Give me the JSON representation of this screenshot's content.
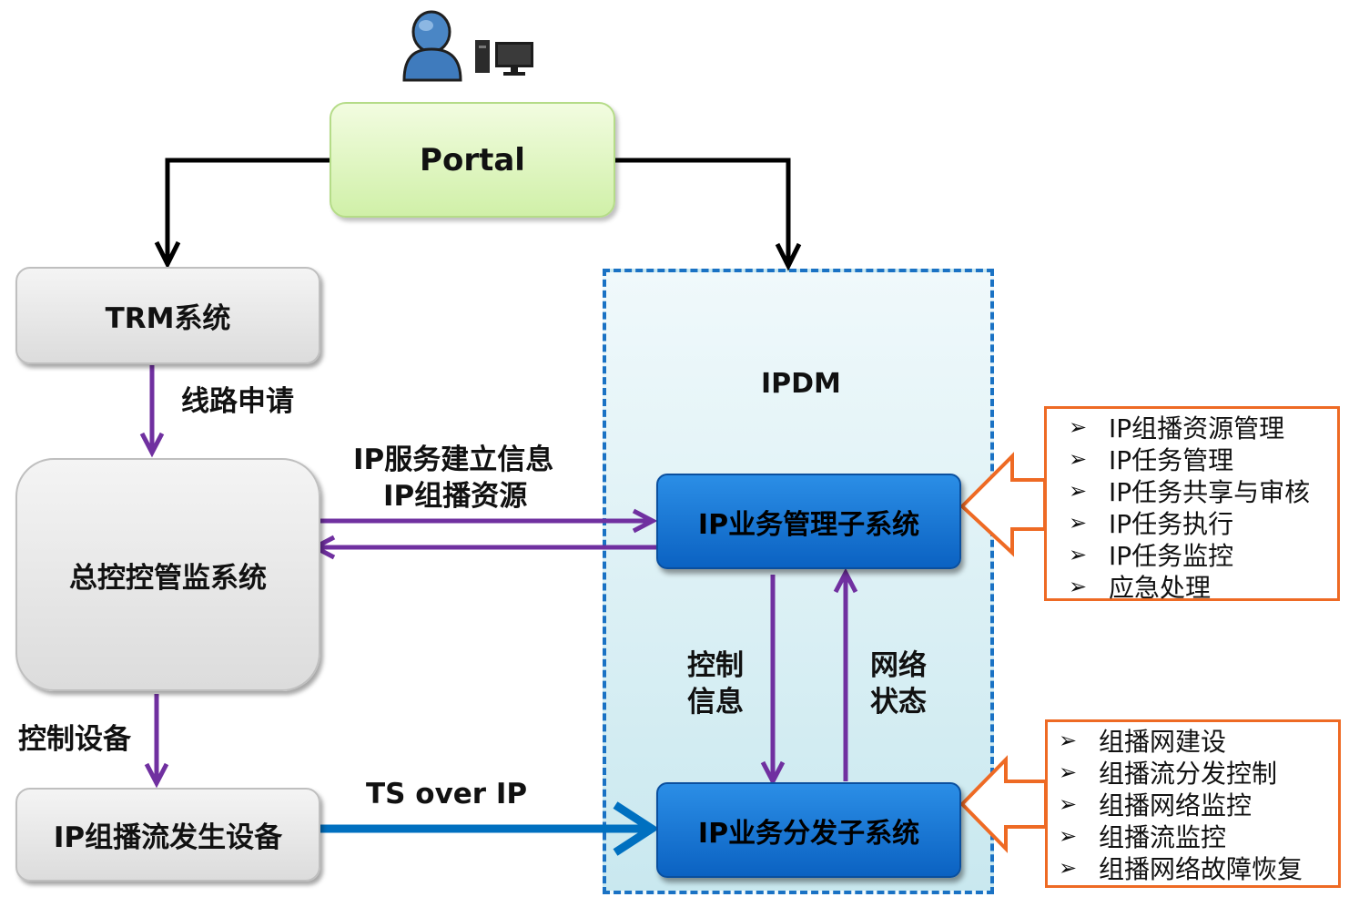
{
  "portal": {
    "label": "Portal"
  },
  "trm": {
    "label": "TRM系统"
  },
  "master": {
    "label": "总控控管监系统"
  },
  "multicast_device": {
    "label": "IP组播流发生设备"
  },
  "ipdm": {
    "label": "IPDM",
    "mgmt_subsystem": "IP业务管理子系统",
    "dist_subsystem": "IP业务分发子系统"
  },
  "edges": {
    "line_request": "线路申请",
    "ip_service_info": "IP服务建立信息",
    "ip_multicast_resource": "IP组播资源",
    "control_device": "控制设备",
    "ts_over_ip": "TS over IP",
    "control_info": [
      "控制",
      "信息"
    ],
    "network_status": [
      "网络",
      "状态"
    ]
  },
  "mgmt_features": [
    "IP组播资源管理",
    "IP任务管理",
    "IP任务共享与审核",
    "IP任务执行",
    "IP任务监控",
    "应急处理"
  ],
  "dist_features": [
    "组播网建设",
    "组播流分发控制",
    "组播网络监控",
    "组播流监控",
    "组播网络故障恢复"
  ],
  "bullet": "➢",
  "colors": {
    "purple_arrow": "#7030a0",
    "blue_arrow": "#0070c0",
    "orange_callout": "#ee6a24",
    "ipdm_border": "#1a72c4"
  },
  "icons": {
    "user": "user-with-computer-icon"
  }
}
